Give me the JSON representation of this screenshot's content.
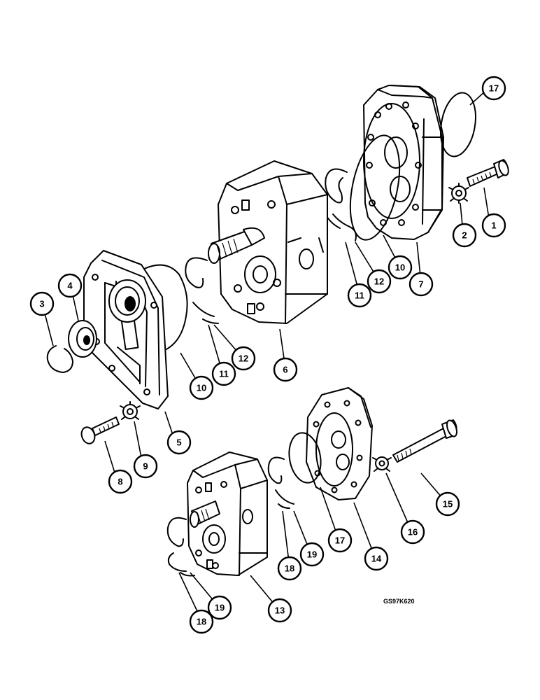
{
  "drawing_code": "GS97K620",
  "callouts": [
    {
      "id": "c17a",
      "label": "17"
    },
    {
      "id": "c1",
      "label": "1"
    },
    {
      "id": "c2",
      "label": "2"
    },
    {
      "id": "c7",
      "label": "7"
    },
    {
      "id": "c10a",
      "label": "10"
    },
    {
      "id": "c12a",
      "label": "12"
    },
    {
      "id": "c11a",
      "label": "11"
    },
    {
      "id": "c3",
      "label": "3"
    },
    {
      "id": "c4",
      "label": "4"
    },
    {
      "id": "c10b",
      "label": "10"
    },
    {
      "id": "c11b",
      "label": "11"
    },
    {
      "id": "c12b",
      "label": "12"
    },
    {
      "id": "c6",
      "label": "6"
    },
    {
      "id": "c5",
      "label": "5"
    },
    {
      "id": "c8",
      "label": "8"
    },
    {
      "id": "c9",
      "label": "9"
    },
    {
      "id": "c15",
      "label": "15"
    },
    {
      "id": "c16",
      "label": "16"
    },
    {
      "id": "c14",
      "label": "14"
    },
    {
      "id": "c17b",
      "label": "17"
    },
    {
      "id": "c19a",
      "label": "19"
    },
    {
      "id": "c18a",
      "label": "18"
    },
    {
      "id": "c13",
      "label": "13"
    },
    {
      "id": "c19b",
      "label": "19"
    },
    {
      "id": "c18b",
      "label": "18"
    }
  ]
}
